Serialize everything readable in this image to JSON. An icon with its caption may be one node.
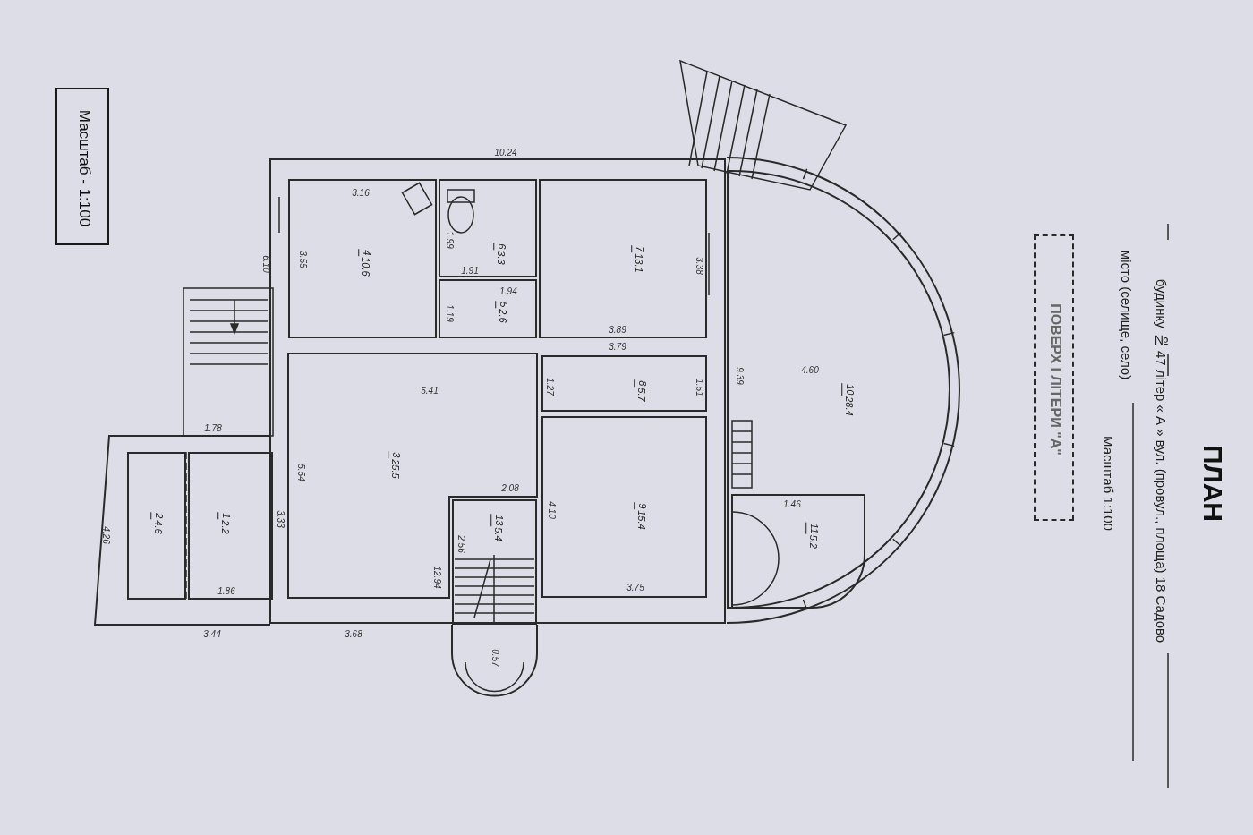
{
  "diagram": {
    "title": "ПЛАН",
    "nodes": [
      {
        "text": [
          "1",
          "2.2"
        ]
      },
      {
        "text": [
          "2",
          "4.6"
        ]
      },
      {
        "text": [
          "3",
          "25.5"
        ]
      },
      {
        "text": [
          "4",
          "10.6"
        ]
      },
      {
        "text": [
          "5",
          "2.6"
        ]
      },
      {
        "text": [
          "6",
          "3.3"
        ]
      },
      {
        "text": [
          "7",
          "13.1"
        ]
      },
      {
        "text": [
          "8",
          "5.7"
        ]
      },
      {
        "text": [
          "9",
          "15.4"
        ]
      },
      {
        "text": [
          "10",
          "28.4"
        ]
      },
      {
        "text": [
          "11",
          "5.2"
        ],
        "in": 9
      },
      {
        "text": [
          "13",
          "5.4"
        ]
      },
      {
        "text": [
          "ПОВЕРХ I ЛІТЕРИ \"А\""
        ]
      },
      {
        "text": [
          "Масштаб - 1:100"
        ]
      }
    ],
    "labels": [
      "будинку № 47 літер « А » вул. (провул., площа) 18 Садово",
      "місто (селище, село)",
      "Масштаб 1:100",
      "10.24",
      "3.16",
      "6.10",
      "3.55",
      "1.99",
      "1.91",
      "1.94",
      "1.19",
      "3.38",
      "3.89",
      "3.79",
      "5.41",
      "1.27",
      "1.51",
      "9.39",
      "4.60",
      "5.54",
      "3.33",
      "2.08",
      "2.56",
      "12.94",
      "4.10",
      "3.75",
      "1.78",
      "1.86",
      "3.68",
      "3.44",
      "4.26",
      "0.57",
      "1.46"
    ]
  }
}
